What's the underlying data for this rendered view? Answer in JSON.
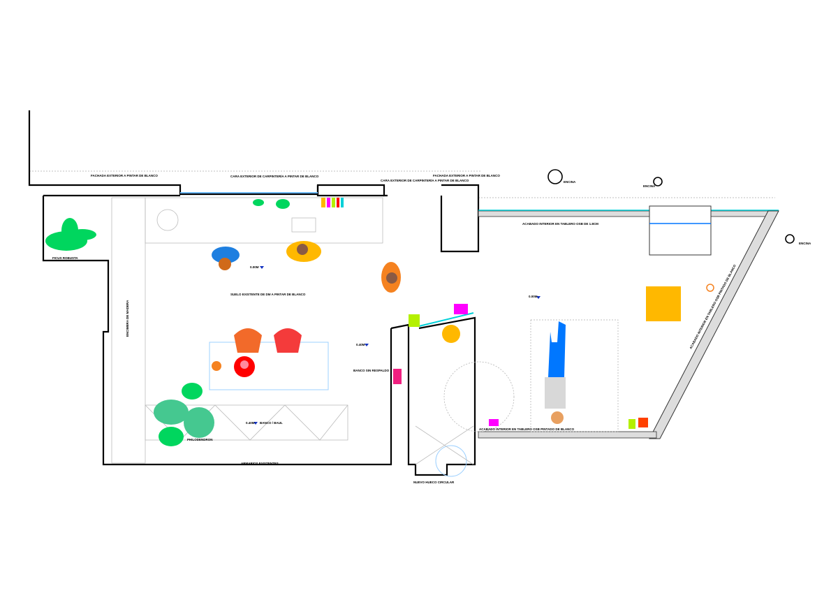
{
  "labels": {
    "facade_left": "FACHADA EXTERIOR A PINTAR DE BLANCO",
    "carpentry_1": "CARA EXTERIOR DE CARPINTERÍA A PINTAR DE BLANCO",
    "carpentry_2": "CARA EXTERIOR DE CARPINTERÍA A PINTAR DE BLANCO",
    "facade_right": "FACHADA EXTERIOR A PINTAR DE BLANCO",
    "tree_1": "ENCINA",
    "tree_2": "ENCINA",
    "tree_3": "ENCINA",
    "osb_top": "ACABADO INTERIOR EN TABLERO OSB DE 1.8CM",
    "osb_bottom": "ACABADO INTERIOR EN TABLERO OSB PINTADO DE BLANCO",
    "osb_diagonal": "ACABADO INTERIOR EN TABLERO OSB PINTADO DE BLANCO",
    "floor": "SUELO EXISTENTE DE DM A PINTAR DE BLANCO",
    "level_living": "0.00M",
    "level_bench": "0.40M",
    "level_bench2": "0.40M",
    "level_bedroom": "0.00M",
    "bench_no_back": "BANCO SIN RESPALDO",
    "bench_chest": "BANCO / BAUL",
    "philodendron": "PHILODENDRON",
    "cabinets": "ARMARIOS EXISTENTES",
    "circular_opening": "NUEVO HUECO CIRCULAR",
    "ficus": "FICUS ROBUSTA",
    "countertop": "ENCIMERA DE MADERA"
  },
  "colors": {
    "plant": "#00d65e",
    "chair_orange": "#f26a2a",
    "chair_red": "#f43b3b",
    "yellow": "#ffb800",
    "blue": "#0077ff",
    "cyan": "#00d0d8"
  }
}
